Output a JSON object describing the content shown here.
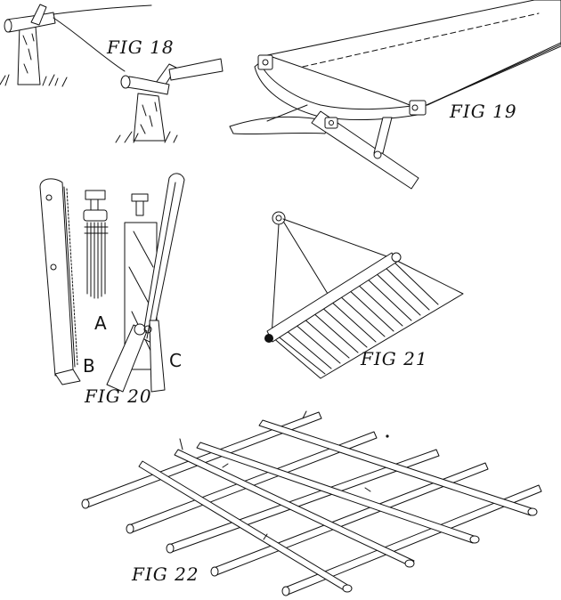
{
  "figures": [
    {
      "id": "fig18",
      "label": "FIG 18"
    },
    {
      "id": "fig19",
      "label": "FIG 19"
    },
    {
      "id": "fig20",
      "label": "FIG 20",
      "parts": [
        "A",
        "B",
        "C"
      ]
    },
    {
      "id": "fig21",
      "label": "FIG 21"
    },
    {
      "id": "fig22",
      "label": "FIG 22"
    }
  ]
}
